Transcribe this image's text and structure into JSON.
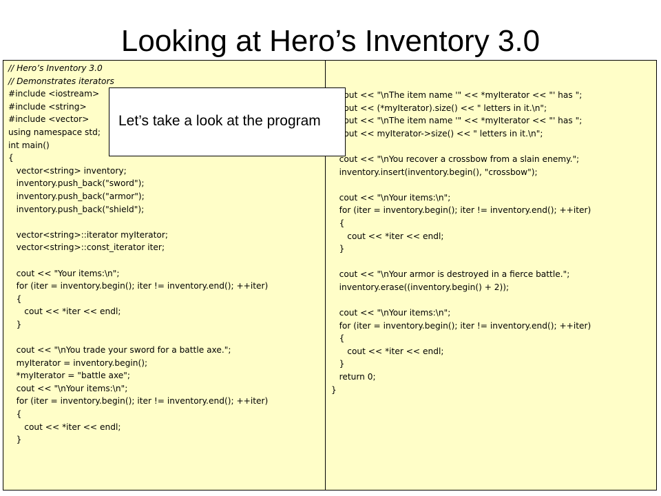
{
  "slide": {
    "title": "Looking at Hero’s Inventory 3.0",
    "callout": "Let’s take a look at the program"
  },
  "left_code": [
    {
      "text": "// Hero’s Inventory 3.0",
      "comment": true
    },
    {
      "text": "// Demonstrates iterators",
      "comment": true
    },
    {
      "text": "#include <iostream>"
    },
    {
      "text": "#include <string>"
    },
    {
      "text": "#include <vector>"
    },
    {
      "text": "using namespace std;"
    },
    {
      "text": "int main()"
    },
    {
      "text": "{"
    },
    {
      "text": "   vector<string> inventory;"
    },
    {
      "text": "   inventory.push_back(\"sword\");"
    },
    {
      "text": "   inventory.push_back(\"armor\");"
    },
    {
      "text": "   inventory.push_back(\"shield\");"
    },
    {
      "text": ""
    },
    {
      "text": "   vector<string>::iterator myIterator;"
    },
    {
      "text": "   vector<string>::const_iterator iter;"
    },
    {
      "text": ""
    },
    {
      "text": "   cout << \"Your items:\\n\";"
    },
    {
      "text": "   for (iter = inventory.begin(); iter != inventory.end(); ++iter)"
    },
    {
      "text": "   {"
    },
    {
      "text": "      cout << *iter << endl;"
    },
    {
      "text": "   }"
    },
    {
      "text": ""
    },
    {
      "text": "   cout << \"\\nYou trade your sword for a battle axe.\";"
    },
    {
      "text": "   myIterator = inventory.begin();"
    },
    {
      "text": "   *myIterator = \"battle axe\";"
    },
    {
      "text": "   cout << \"\\nYour items:\\n\";"
    },
    {
      "text": "   for (iter = inventory.begin(); iter != inventory.end(); ++iter)"
    },
    {
      "text": "   {"
    },
    {
      "text": "      cout << *iter << endl;"
    },
    {
      "text": "   }"
    }
  ],
  "right_code": [
    {
      "text": "   cout << \"\\nThe item name '\" << *myIterator << \"' has \";"
    },
    {
      "text": "   cout << (*myIterator).size() << \" letters in it.\\n\";"
    },
    {
      "text": "   cout << \"\\nThe item name '\" << *myIterator << \"' has \";"
    },
    {
      "text": "   cout << myIterator->size() << \" letters in it.\\n\";"
    },
    {
      "text": ""
    },
    {
      "text": "   cout << \"\\nYou recover a crossbow from a slain enemy.\";"
    },
    {
      "text": "   inventory.insert(inventory.begin(), \"crossbow\");"
    },
    {
      "text": ""
    },
    {
      "text": "   cout << \"\\nYour items:\\n\";"
    },
    {
      "text": "   for (iter = inventory.begin(); iter != inventory.end(); ++iter)"
    },
    {
      "text": "   {"
    },
    {
      "text": "      cout << *iter << endl;"
    },
    {
      "text": "   }"
    },
    {
      "text": ""
    },
    {
      "text": "   cout << \"\\nYour armor is destroyed in a fierce battle.\";"
    },
    {
      "text": "   inventory.erase((inventory.begin() + 2));"
    },
    {
      "text": ""
    },
    {
      "text": "   cout << \"\\nYour items:\\n\";"
    },
    {
      "text": "   for (iter = inventory.begin(); iter != inventory.end(); ++iter)"
    },
    {
      "text": "   {"
    },
    {
      "text": "      cout << *iter << endl;"
    },
    {
      "text": "   }"
    },
    {
      "text": "   return 0;"
    },
    {
      "text": "}"
    }
  ],
  "colors": {
    "code_panel_background": "#fffec8",
    "callout_background": "#ffffff",
    "text": "#000000"
  }
}
